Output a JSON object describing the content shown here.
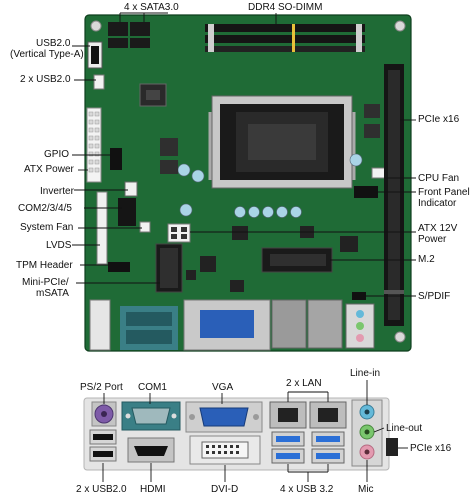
{
  "board_labels": {
    "sata": "4 x SATA3.0",
    "ddr4": "DDR4 SO-DIMM",
    "usb_vertical": "USB2.0\n(Vertical Type-A)",
    "usb2_header": "2 x USB2.0",
    "pcie_top": "PCIe x16",
    "gpio": "GPIO",
    "atx_power": "ATX Power",
    "cpu_fan": "CPU Fan",
    "inverter": "Inverter",
    "front_panel": "Front Panel\nIndicator",
    "com2345": "COM2/3/4/5",
    "system_fan": "System Fan",
    "atx12v": "ATX 12V\nPower",
    "lvds": "LVDS",
    "tpm": "TPM Header",
    "m2": "M.2",
    "minipcie": "Mini-PCIe/\nmSATA",
    "spdif": "S/PDIF"
  },
  "io_labels": {
    "ps2": "PS/2 Port",
    "com1": "COM1",
    "vga": "VGA",
    "lan": "2 x LAN",
    "linein": "Line-in",
    "lineout": "Line-out",
    "pcie_bottom": "PCIe x16",
    "usb2_bottom": "2 x USB2.0",
    "hdmi": "HDMI",
    "dvid": "DVI-D",
    "usb32": "4 x USB 3.2",
    "mic": "Mic"
  },
  "colors": {
    "pcb": "#1f6b36",
    "vga_blue": "#2a5fb8",
    "com_teal": "#3a7f86",
    "usb_blue": "#2b6fd6",
    "ps2_purple": "#7e5ba8",
    "audio_blue": "#64b9d9",
    "audio_green": "#7ac66d",
    "audio_pink": "#e39ab0"
  }
}
